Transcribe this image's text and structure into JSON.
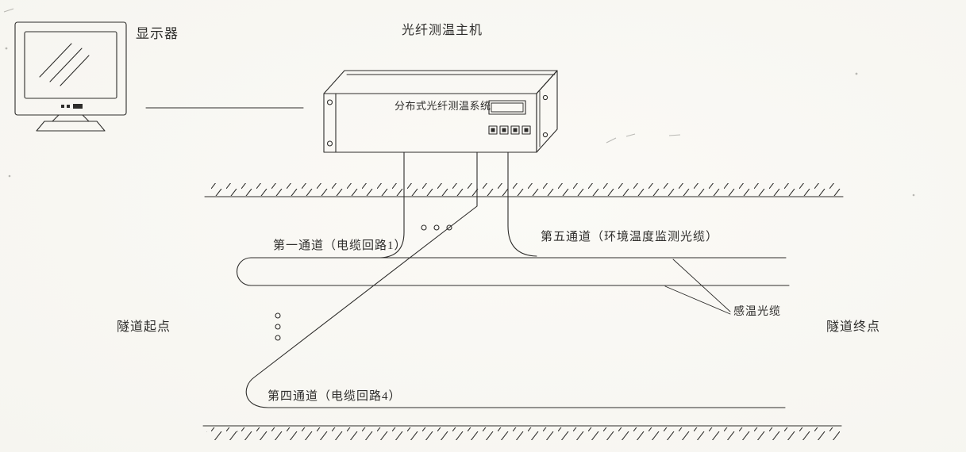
{
  "page": {
    "colors": {
      "paper": "#fbfaf6",
      "ink": "#2e2d2b"
    }
  },
  "labels": {
    "monitor": "显示器",
    "host": "光纤测温主机",
    "device_front_panel": "分布式光纤测温系统",
    "channel_1": "第一通道（电缆回路1）",
    "channel_5": "第五通道（环境温度监测光缆）",
    "channel_4": "第四通道（电缆回路4）",
    "sensing_cable": "感温光缆",
    "tunnel_start": "隧道起点",
    "tunnel_end": "隧道终点"
  }
}
